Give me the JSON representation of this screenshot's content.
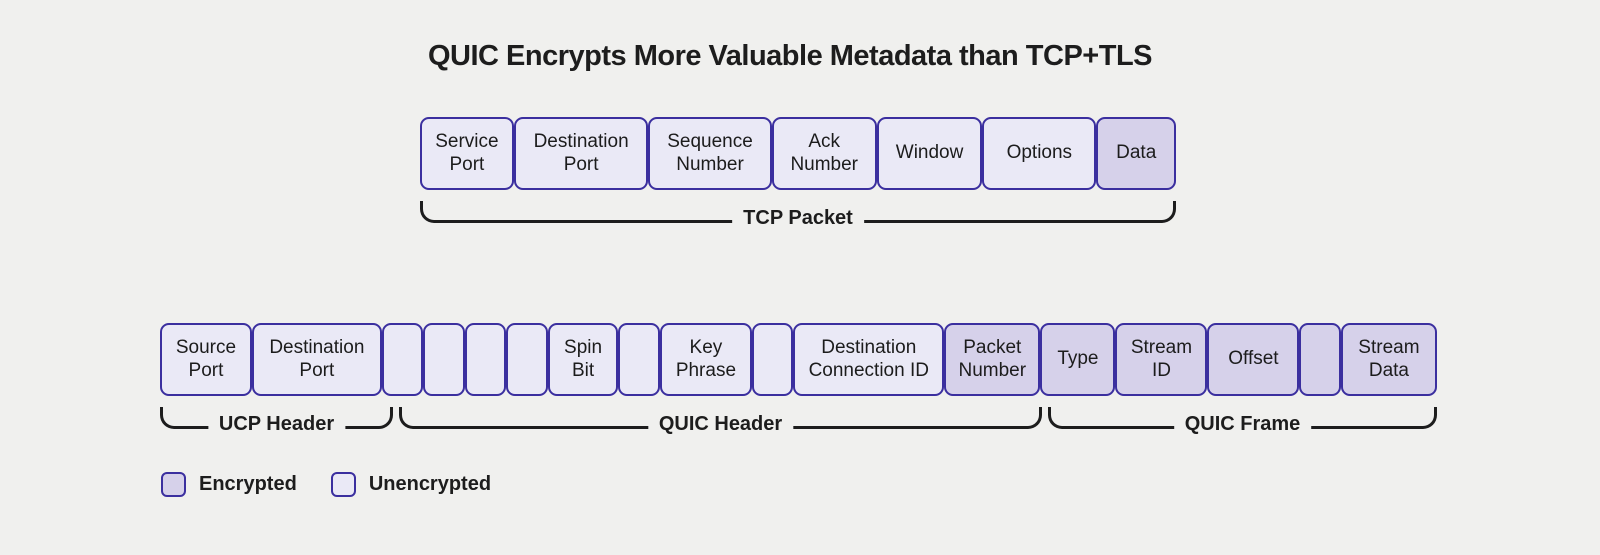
{
  "title": "QUIC Encrypts More Valuable Metadata than TCP+TLS",
  "colors": {
    "background": "#f0f0ee",
    "cell_border": "#3b2f9f",
    "unencrypted_fill": "#eae9f6",
    "encrypted_fill": "#d6d1ea",
    "bracket": "#1d1d1d",
    "text": "#1d1d1d"
  },
  "tcp_row": {
    "bracket_label": "TCP Packet",
    "cells": [
      {
        "label": "Service Port",
        "encrypted": false
      },
      {
        "label": "Destination Port",
        "encrypted": false
      },
      {
        "label": "Sequence Number",
        "encrypted": false
      },
      {
        "label": "Ack Number",
        "encrypted": false
      },
      {
        "label": "Window",
        "encrypted": false
      },
      {
        "label": "Options",
        "encrypted": false
      },
      {
        "label": "Data",
        "encrypted": true
      }
    ]
  },
  "quic_row": {
    "cells": [
      {
        "label": "Source Port",
        "encrypted": false
      },
      {
        "label": "Destination Port",
        "encrypted": false
      },
      {
        "label": "",
        "encrypted": false
      },
      {
        "label": "",
        "encrypted": false
      },
      {
        "label": "",
        "encrypted": false
      },
      {
        "label": "",
        "encrypted": false
      },
      {
        "label": "Spin Bit",
        "encrypted": false
      },
      {
        "label": "",
        "encrypted": false
      },
      {
        "label": "Key Phrase",
        "encrypted": false
      },
      {
        "label": "",
        "encrypted": false
      },
      {
        "label": "Destination Connection ID",
        "encrypted": false
      },
      {
        "label": "Packet Number",
        "encrypted": true
      },
      {
        "label": "Type",
        "encrypted": true
      },
      {
        "label": "Stream ID",
        "encrypted": true
      },
      {
        "label": "Offset",
        "encrypted": true
      },
      {
        "label": "",
        "encrypted": true
      },
      {
        "label": "Stream Data",
        "encrypted": true
      }
    ],
    "brackets": [
      {
        "label": "UCP Header"
      },
      {
        "label": "QUIC Header"
      },
      {
        "label": "QUIC Frame"
      }
    ]
  },
  "legend": {
    "items": [
      {
        "label": "Encrypted",
        "swatch": "encrypted"
      },
      {
        "label": "Unencrypted",
        "swatch": "unencrypted"
      }
    ]
  }
}
